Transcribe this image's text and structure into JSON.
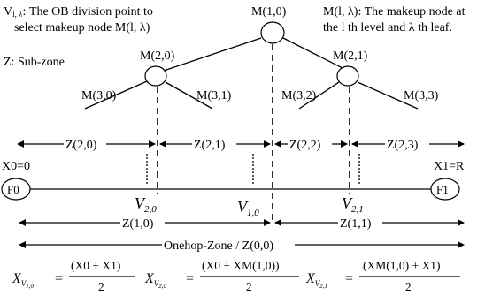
{
  "annotations": {
    "v_def_sym": "V",
    "v_def_sub": "l, λ",
    "v_def_line1": ": The OB division point to",
    "v_def_line2": "select makeup node M(l, λ)",
    "m_def_line1": "M(l, λ): The makeup node at",
    "m_def_line2": "the l th level and λ th leaf.",
    "z_def": "Z: Sub-zone"
  },
  "tree": {
    "root": "M(1,0)",
    "level2": [
      "M(2,0)",
      "M(2,1)"
    ],
    "level3": [
      "M(3,0)",
      "M(3,1)",
      "M(3,2)",
      "M(3,3)"
    ]
  },
  "zones": {
    "level2": [
      "Z(2,0)",
      "Z(2,1)",
      "Z(2,2)",
      "Z(2,3)"
    ],
    "level1": [
      "Z(1,0)",
      "Z(1,1)"
    ],
    "onehop": "Onehop-Zone / Z(0,0)"
  },
  "endpoints": {
    "left_label": "X0=0",
    "right_label": "X1=R",
    "left_node": "F0",
    "right_node": "F1"
  },
  "division_points": [
    {
      "sym": "V",
      "sub": "2,0"
    },
    {
      "sym": "V",
      "sub": "1,0"
    },
    {
      "sym": "V",
      "sub": "2,1"
    }
  ],
  "formulas": [
    {
      "lhs_sym": "X",
      "lhs_sub": "V1,0",
      "numerator": "(X0 + X1)",
      "denominator": "2"
    },
    {
      "lhs_sym": "X",
      "lhs_sub": "V2,0",
      "numerator": "(X0 + XM(1,0))",
      "denominator": "2"
    },
    {
      "lhs_sym": "X",
      "lhs_sub": "V2,1",
      "numerator": "(XM(1,0) + X1)",
      "denominator": "2"
    }
  ]
}
